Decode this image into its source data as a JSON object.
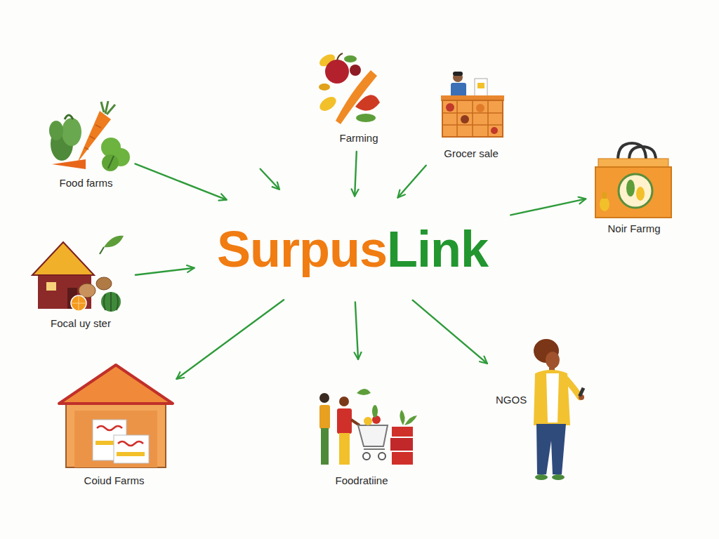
{
  "diagram": {
    "nodes": [
      {
        "text": [
          "Farming"
        ]
      },
      {
        "text": [
          "Grocer sale"
        ]
      },
      {
        "text": [
          "Food farms"
        ]
      },
      {
        "text": [
          "Surpus",
          "Link"
        ]
      },
      {
        "text": [
          "Noir Farmg"
        ]
      },
      {
        "text": [
          "Focal uy ster"
        ]
      },
      {
        "text": [
          "NGOS"
        ]
      },
      {
        "text": [
          "Coiud Farms"
        ]
      },
      {
        "text": [
          "Foodratiine"
        ]
      }
    ],
    "edges": [
      {
        "from": 2,
        "to": 3,
        "arrow": "to"
      },
      {
        "from": 0,
        "to": 3,
        "arrow": "to"
      },
      {
        "from": 1,
        "to": 3,
        "arrow": "to"
      },
      {
        "from": 5,
        "to": 3,
        "arrow": "to"
      },
      {
        "from": 3,
        "to": 4,
        "arrow": "to"
      },
      {
        "from": 3,
        "to": 7,
        "arrow": "to"
      },
      {
        "from": 3,
        "to": 8,
        "arrow": "to"
      },
      {
        "from": 3,
        "to": 6,
        "arrow": "to"
      }
    ]
  }
}
